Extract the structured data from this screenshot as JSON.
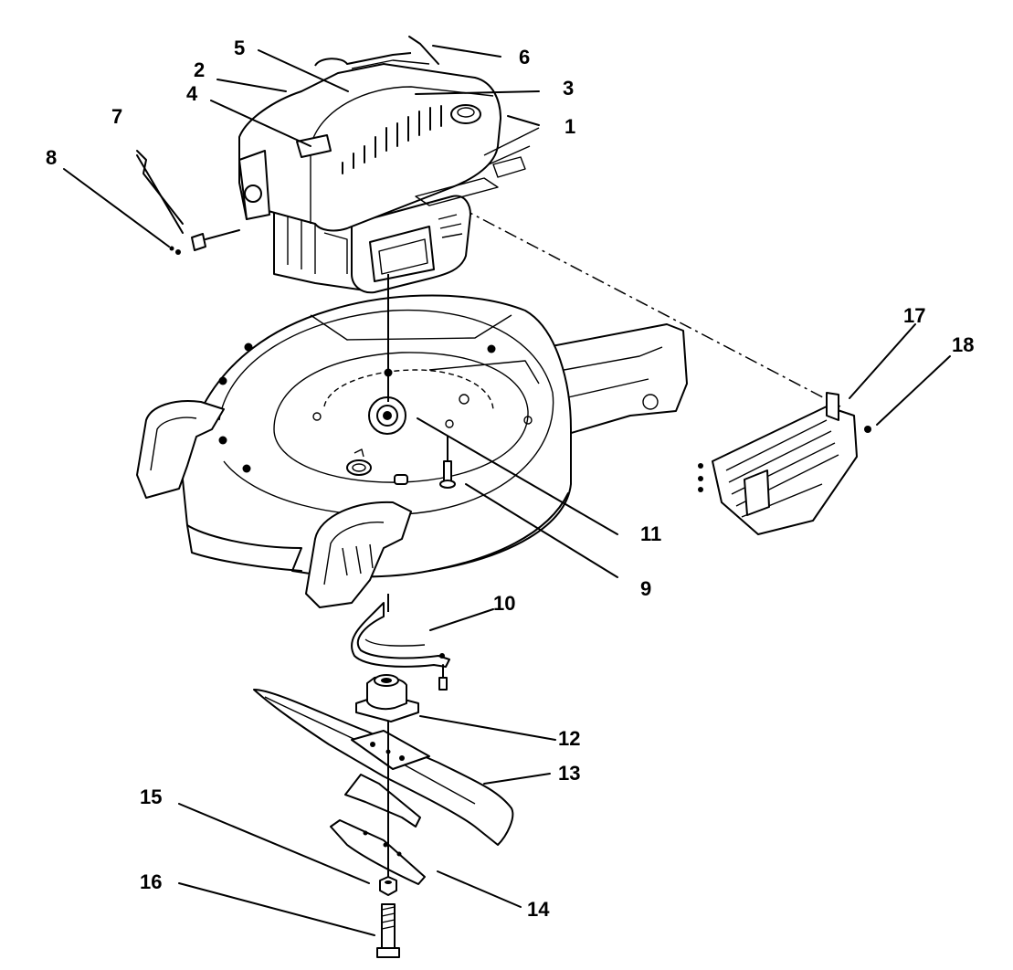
{
  "diagram": {
    "callouts": [
      {
        "id": "1",
        "label": "1"
      },
      {
        "id": "2",
        "label": "2"
      },
      {
        "id": "3",
        "label": "3"
      },
      {
        "id": "4",
        "label": "4"
      },
      {
        "id": "5",
        "label": "5"
      },
      {
        "id": "6",
        "label": "6"
      },
      {
        "id": "7",
        "label": "7"
      },
      {
        "id": "8",
        "label": "8"
      },
      {
        "id": "9",
        "label": "9"
      },
      {
        "id": "10",
        "label": "10"
      },
      {
        "id": "11",
        "label": "11"
      },
      {
        "id": "12",
        "label": "12"
      },
      {
        "id": "13",
        "label": "13"
      },
      {
        "id": "14",
        "label": "14"
      },
      {
        "id": "15",
        "label": "15"
      },
      {
        "id": "16",
        "label": "16"
      },
      {
        "id": "17",
        "label": "17"
      },
      {
        "id": "18",
        "label": "18"
      }
    ],
    "colors": {
      "ink": "#000000",
      "paper": "#ffffff"
    }
  }
}
